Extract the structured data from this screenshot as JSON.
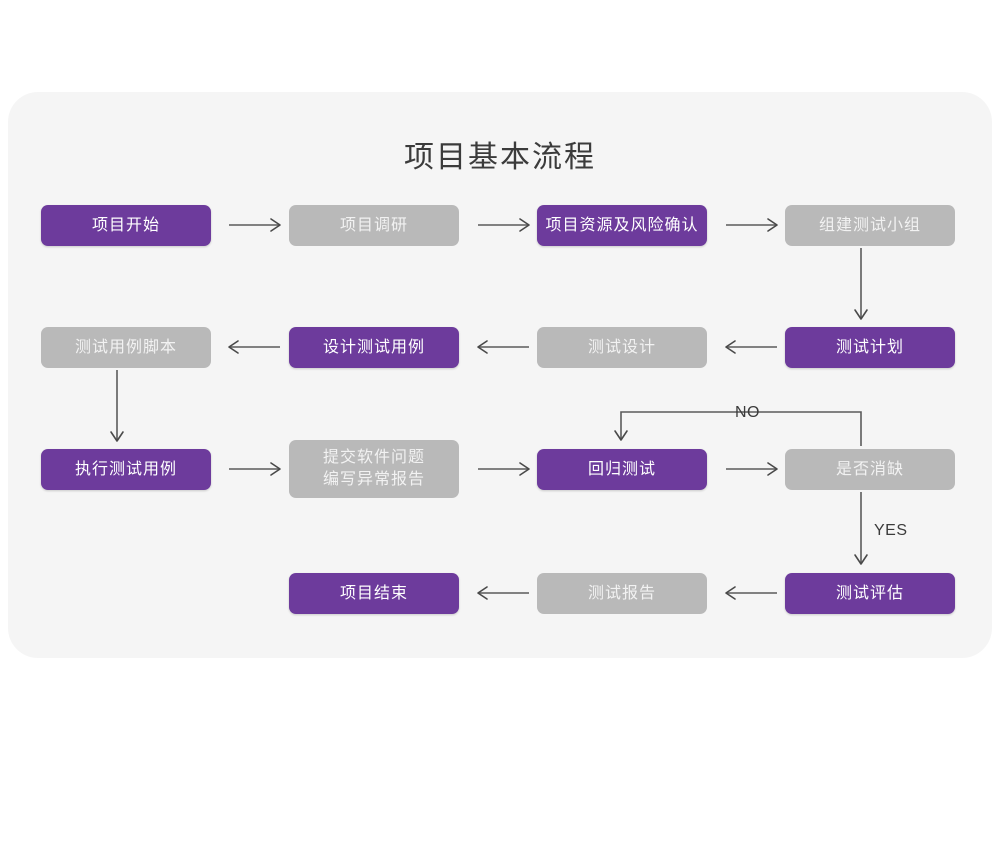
{
  "diagram": {
    "title": "项目基本流程",
    "colors": {
      "page_background": "#ffffff",
      "card_background": "#f5f5f5",
      "accent_purple": "#6d3b9c",
      "muted_gray": "#b9b9b9",
      "connector": "#5b5b5b",
      "title_text": "#3b3b3b"
    },
    "nodes": [
      {
        "id": "n1",
        "label": "项目开始",
        "style": "purple",
        "row": 1,
        "col": 1
      },
      {
        "id": "n2",
        "label": "项目调研",
        "style": "gray",
        "row": 1,
        "col": 2
      },
      {
        "id": "n3",
        "label": "项目资源及风险确认",
        "style": "purple",
        "row": 1,
        "col": 3
      },
      {
        "id": "n4",
        "label": "组建测试小组",
        "style": "gray",
        "row": 1,
        "col": 4
      },
      {
        "id": "n5",
        "label": "测试用例脚本",
        "style": "gray",
        "row": 2,
        "col": 1
      },
      {
        "id": "n6",
        "label": "设计测试用例",
        "style": "purple",
        "row": 2,
        "col": 2
      },
      {
        "id": "n7",
        "label": "测试设计",
        "style": "gray",
        "row": 2,
        "col": 3
      },
      {
        "id": "n8",
        "label": "测试计划",
        "style": "purple",
        "row": 2,
        "col": 4
      },
      {
        "id": "n9",
        "label": "执行测试用例",
        "style": "purple",
        "row": 3,
        "col": 1
      },
      {
        "id": "n10",
        "label": "提交软件问题",
        "label_line2": "编写异常报告",
        "style": "gray",
        "row": 3,
        "col": 2
      },
      {
        "id": "n11",
        "label": "回归测试",
        "style": "purple",
        "row": 3,
        "col": 3
      },
      {
        "id": "n12",
        "label": "是否消缺",
        "style": "gray",
        "row": 3,
        "col": 4
      },
      {
        "id": "n13",
        "label": "项目结束",
        "style": "purple",
        "row": 4,
        "col": 2
      },
      {
        "id": "n14",
        "label": "测试报告",
        "style": "gray",
        "row": 4,
        "col": 3
      },
      {
        "id": "n15",
        "label": "测试评估",
        "style": "purple",
        "row": 4,
        "col": 4
      }
    ],
    "edge_labels": {
      "no": "NO",
      "yes": "YES"
    },
    "edges": [
      {
        "from": "项目开始",
        "to": "项目调研",
        "direction": "right"
      },
      {
        "from": "项目调研",
        "to": "项目资源及风险确认",
        "direction": "right"
      },
      {
        "from": "项目资源及风险确认",
        "to": "组建测试小组",
        "direction": "right"
      },
      {
        "from": "组建测试小组",
        "to": "测试计划",
        "direction": "down"
      },
      {
        "from": "测试计划",
        "to": "测试设计",
        "direction": "left"
      },
      {
        "from": "测试设计",
        "to": "设计测试用例",
        "direction": "left"
      },
      {
        "from": "设计测试用例",
        "to": "测试用例脚本",
        "direction": "left"
      },
      {
        "from": "测试用例脚本",
        "to": "执行测试用例",
        "direction": "down"
      },
      {
        "from": "执行测试用例",
        "to": "提交软件问题编写异常报告",
        "direction": "right"
      },
      {
        "from": "提交软件问题编写异常报告",
        "to": "回归测试",
        "direction": "right"
      },
      {
        "from": "回归测试",
        "to": "是否消缺",
        "direction": "right"
      },
      {
        "from": "是否消缺",
        "to": "回归测试",
        "direction": "loop-up-left-down",
        "label": "NO"
      },
      {
        "from": "是否消缺",
        "to": "测试评估",
        "direction": "down",
        "label": "YES"
      },
      {
        "from": "测试评估",
        "to": "测试报告",
        "direction": "left"
      },
      {
        "from": "测试报告",
        "to": "项目结束",
        "direction": "left"
      }
    ]
  }
}
